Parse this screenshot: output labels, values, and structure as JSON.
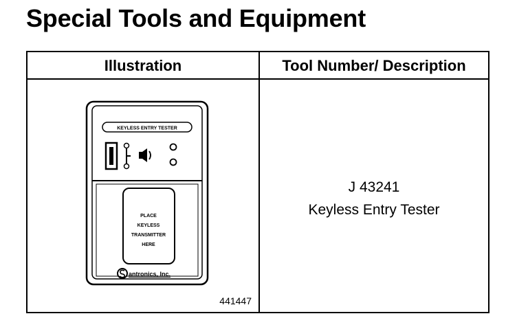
{
  "page": {
    "title": "Special Tools and Equipment"
  },
  "table": {
    "headers": {
      "illustration": "Illustration",
      "tool": "Tool Number/ Description"
    },
    "row": {
      "tool_number": "J 43241",
      "tool_description": "Keyless Entry Tester",
      "figure_number": "441447",
      "device": {
        "label_band": "KEYLESS ENTRY TESTER",
        "pad_text": [
          "PLACE",
          "KEYLESS",
          "TRANSMITTER",
          "HERE"
        ],
        "logo_text": "antronics, Inc."
      }
    }
  }
}
